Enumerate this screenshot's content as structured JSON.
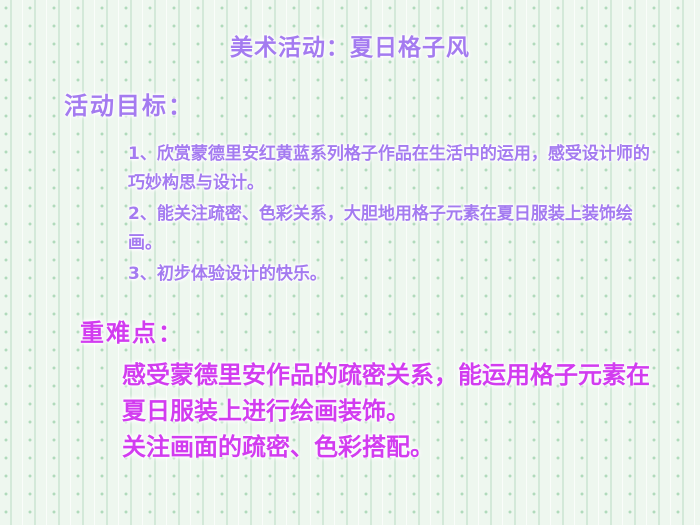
{
  "title": "美术活动：夏日格子风",
  "objectives": {
    "heading": "活动目标：",
    "items": [
      "1、欣赏蒙德里安红黄蓝系列格子作品在生活中的运用，感受设计师的巧妙构思与设计。",
      "2、能关注疏密、色彩关系，大胆地用格子元素在夏日服装上装饰绘画。",
      "3、初步体验设计的快乐。"
    ]
  },
  "key_points": {
    "heading": "重难点：",
    "items": [
      "感受蒙德里安作品的疏密关系，能运用格子元素在夏日服装上进行绘画装饰。",
      "关注画面的疏密、色彩搭配。"
    ]
  },
  "colors": {
    "background": "#eef7ef",
    "stripe": "#bedec6",
    "text_purple": "#a47bf0",
    "text_magenta": "#d23cf0"
  }
}
